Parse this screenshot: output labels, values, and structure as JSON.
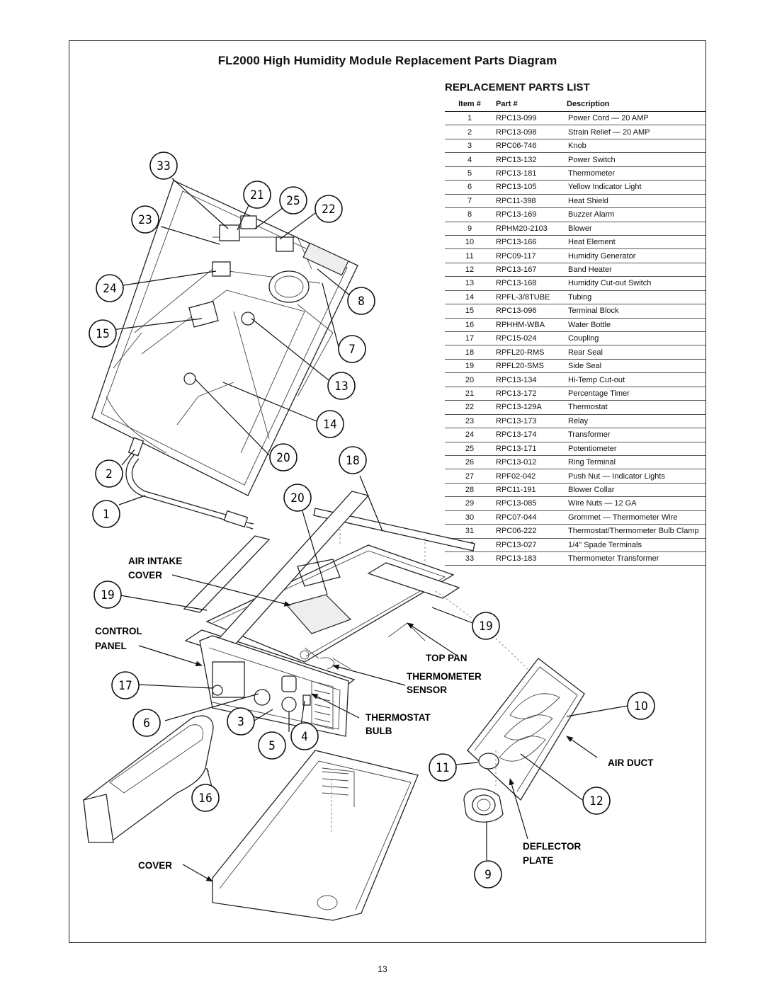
{
  "page": {
    "title": "FL2000 High Humidity Module Replacement Parts Diagram",
    "page_number": "13"
  },
  "parts_list": {
    "heading": "REPLACEMENT PARTS LIST",
    "columns": [
      "Item #",
      "Part #",
      "Description"
    ],
    "rows": [
      [
        "1",
        "RPC13-099",
        "Power Cord — 20 AMP"
      ],
      [
        "2",
        "RPC13-098",
        "Strain Relief — 20 AMP"
      ],
      [
        "3",
        "RPC06-746",
        "Knob"
      ],
      [
        "4",
        "RPC13-132",
        "Power Switch"
      ],
      [
        "5",
        "RPC13-181",
        "Thermometer"
      ],
      [
        "6",
        "RPC13-105",
        "Yellow Indicator Light"
      ],
      [
        "7",
        "RPC11-398",
        "Heat Shield"
      ],
      [
        "8",
        "RPC13-169",
        "Buzzer Alarm"
      ],
      [
        "9",
        "RPHM20-2103",
        "Blower"
      ],
      [
        "10",
        "RPC13-166",
        "Heat Element"
      ],
      [
        "11",
        "RPC09-117",
        "Humidity Generator"
      ],
      [
        "12",
        "RPC13-167",
        "Band Heater"
      ],
      [
        "13",
        "RPC13-168",
        "Humidity Cut-out Switch"
      ],
      [
        "14",
        "RPFL-3/8TUBE",
        "Tubing"
      ],
      [
        "15",
        "RPC13-096",
        "Terminal Block"
      ],
      [
        "16",
        "RPHHM-WBA",
        "Water Bottle"
      ],
      [
        "17",
        "RPC15-024",
        "Coupling"
      ],
      [
        "18",
        "RPFL20-RMS",
        "Rear Seal"
      ],
      [
        "19",
        "RPFL20-SMS",
        "Side Seal"
      ],
      [
        "20",
        "RPC13-134",
        "Hi-Temp Cut-out"
      ],
      [
        "21",
        "RPC13-172",
        "Percentage Timer"
      ],
      [
        "22",
        "RPC13-129A",
        "Thermostat"
      ],
      [
        "23",
        "RPC13-173",
        "Relay"
      ],
      [
        "24",
        "RPC13-174",
        "Transformer"
      ],
      [
        "25",
        "RPC13-171",
        "Potentiometer"
      ],
      [
        "26",
        "RPC13-012",
        "Ring Terminal"
      ],
      [
        "27",
        "RPF02-042",
        "Push Nut — Indicator Lights"
      ],
      [
        "28",
        "RPC11-191",
        "Blower Collar"
      ],
      [
        "29",
        "RPC13-085",
        "Wire Nuts — 12 GA"
      ],
      [
        "30",
        "RPC07-044",
        "Grommet — Thermometer Wire"
      ],
      [
        "31",
        "RPC06-222",
        "Thermostat/Thermometer Bulb Clamp"
      ],
      [
        "32",
        "RPC13-027",
        "1/4\" Spade Terminals"
      ],
      [
        "33",
        "RPC13-183",
        "Thermometer Transformer"
      ]
    ]
  },
  "diagram": {
    "labels": {
      "air_intake": "AIR INTAKE",
      "cover_word": "COVER",
      "control": "CONTROL",
      "panel": "PANEL",
      "top_pan": "TOP PAN",
      "thermometer": "THERMOMETER",
      "sensor": "SENSOR",
      "thermostat": "THERMOSTAT",
      "bulb": "BULB",
      "air_duct": "AIR DUCT",
      "deflector": "DEFLECTOR",
      "plate": "PLATE",
      "cover_bottom": "COVER"
    },
    "callouts": {
      "c33": "33",
      "c21": "21",
      "c25": "25",
      "c22": "22",
      "c23": "23",
      "c24": "24",
      "c8": "8",
      "c15": "15",
      "c7": "7",
      "c13": "13",
      "c14": "14",
      "c20a": "20",
      "c18": "18",
      "c2": "2",
      "c20b": "20",
      "c1": "1",
      "c19a": "19",
      "c19b": "19",
      "c17": "17",
      "c10": "10",
      "c6": "6",
      "c3": "3",
      "c4": "4",
      "c5": "5",
      "c11": "11",
      "c16": "16",
      "c12": "12",
      "c9": "9"
    }
  }
}
